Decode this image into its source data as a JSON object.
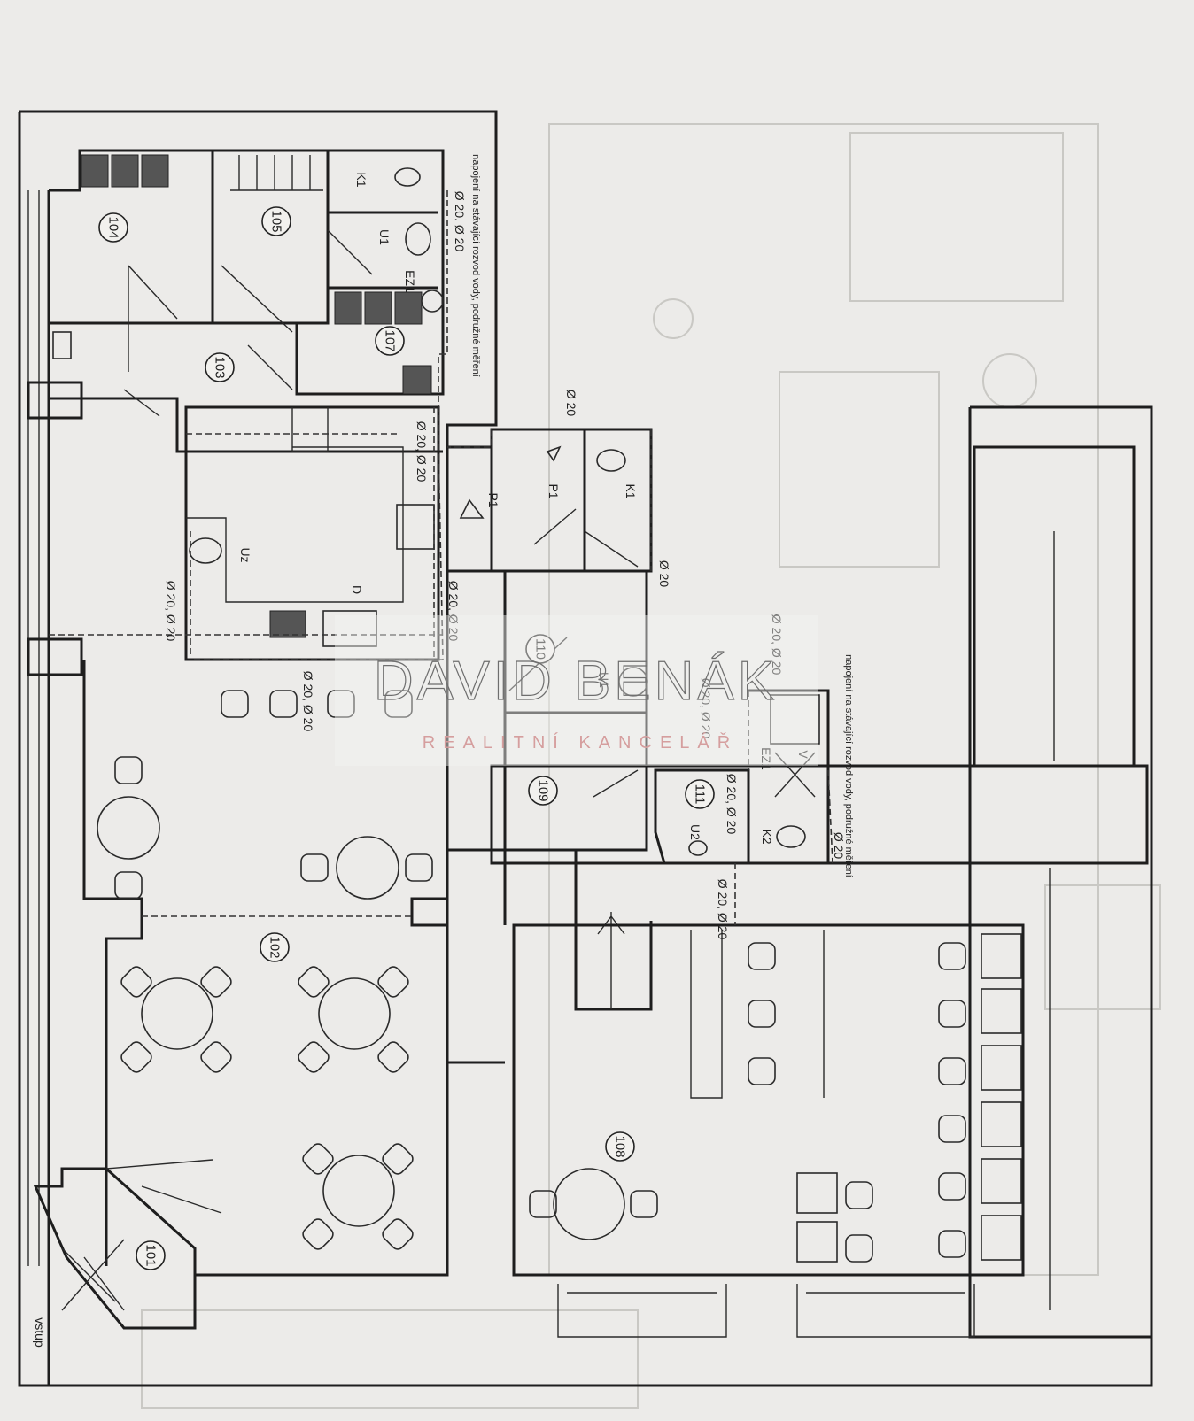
{
  "rooms": {
    "r101": "101",
    "r102": "102",
    "r103": "103",
    "r104": "104",
    "r105": "105",
    "r107": "107",
    "r108": "108",
    "r109": "109",
    "r110": "110",
    "r111": "111"
  },
  "fixtures": {
    "k1_top": "K1",
    "u1_top": "U1",
    "ez1_top": "EZ1",
    "p1_a": "P1",
    "p1_b": "P1",
    "k1_mid": "K1",
    "uz": "Uz",
    "d": "D",
    "u1_mid": "U1",
    "ez1_mid": "EZ1",
    "v": "V",
    "k2": "K2",
    "u2": "U2"
  },
  "pipes": {
    "p1": "Ø 20, Ø 20",
    "p2": "Ø 20",
    "p3": "Ø 20, Ø 20",
    "p4": "Ø 20",
    "p5": "Ø 20, Ø 20",
    "p6": "Ø 20, Ø 20",
    "p7": "Ø 20, Ø 20",
    "p8": "Ø 20, Ø 20",
    "p9": "Ø 20, Ø 20",
    "p10": "Ø 20, Ø 20",
    "p11": "Ø 20",
    "p12": "Ø 20, Ø 20"
  },
  "notes": {
    "top": "napojení na stávající rozvod vody, podružné měření",
    "right": "napojení na stávající rozvod vody, podružné měření"
  },
  "entrance": "vstup",
  "watermark": {
    "name": "DAVID BENÁK",
    "subtitle": "REALITNÍ KANCELÁŘ"
  }
}
